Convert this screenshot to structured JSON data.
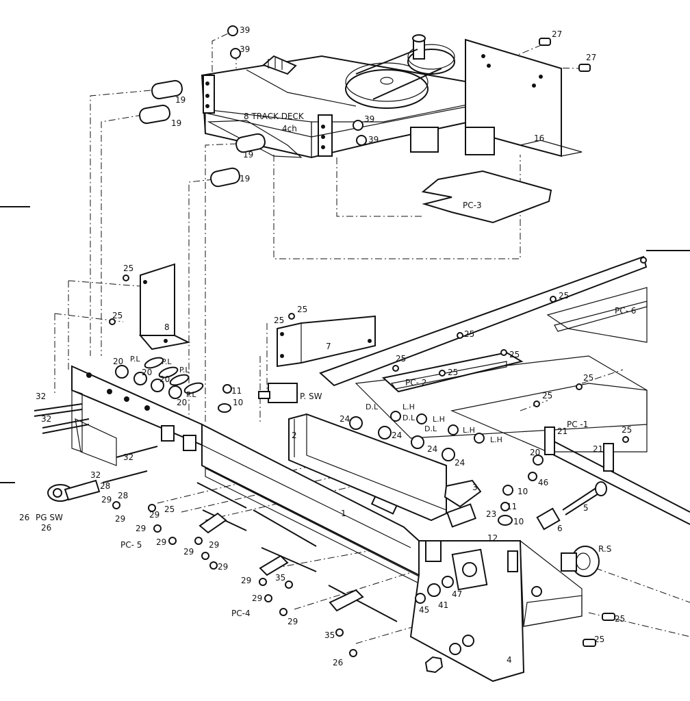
{
  "callouts": {
    "n39a": "39",
    "n39b": "39",
    "n39c": "39",
    "n39d": "39",
    "n27a": "27",
    "n27b": "27",
    "n19a": "19",
    "n19b": "19",
    "n19c": "19",
    "n19d": "19",
    "n16": "16",
    "n25a": "25",
    "n25b": "25",
    "n25c": "25",
    "n25d": "25",
    "n25e": "25",
    "n25f": "25",
    "n25g": "25",
    "n25h": "25",
    "n25i": "25",
    "n25j": "25",
    "n25k": "25",
    "n25l": "25",
    "n25m": "25",
    "n25n": "25",
    "n25o": "25",
    "n8": "8",
    "n7": "7",
    "n20a": "20",
    "n20b": "20",
    "n20c": "20",
    "n20d": "20",
    "n20e": "20",
    "n11a": "11",
    "n11b": "11",
    "n10a": "10",
    "n10b": "10",
    "n10c": "10",
    "n32a": "32",
    "n32b": "32",
    "n32c": "32",
    "n32d": "32",
    "n2": "2",
    "n1": "1",
    "n3": "3",
    "n4": "4",
    "n5": "5",
    "n6": "6",
    "n12": "12",
    "n21a": "21",
    "n21b": "21",
    "n23": "23",
    "n46": "46",
    "n24a": "24",
    "n24b": "24",
    "n24c": "24",
    "n24d": "24",
    "n26a": "26",
    "n26b": "26",
    "n26c": "26",
    "n28a": "28",
    "n28b": "28",
    "n29a": "29",
    "n29b": "29",
    "n29c": "29",
    "n29d": "29",
    "n29e": "29",
    "n29f": "29",
    "n29g": "29",
    "n29h": "29",
    "n29i": "29",
    "n29j": "29",
    "n29k": "29",
    "n35a": "35",
    "n35b": "35",
    "n41": "41",
    "n45": "45",
    "n47": "47"
  },
  "labels": {
    "track_deck": "8 TRACK DECK",
    "four_ch": "4ch",
    "pc1": "PC -1",
    "pc2": "PC- 2",
    "pc3": "PC-3",
    "pc4": "PC-4",
    "pc5": "PC- 5",
    "pc6": "PC- 6",
    "p_sw": "P. SW",
    "pg_sw": "PG SW",
    "rs": "R.S",
    "pl_a": "P.L",
    "pl_b": "P.L",
    "pl_c": "P.L",
    "pl_d": "P.L",
    "dl_a": "D.L",
    "dl_b": "D.L",
    "dl_c": "D.L",
    "lh_a": "L.H",
    "lh_b": "L.H",
    "lh_c": "L.H",
    "lh_d": "L.H"
  }
}
